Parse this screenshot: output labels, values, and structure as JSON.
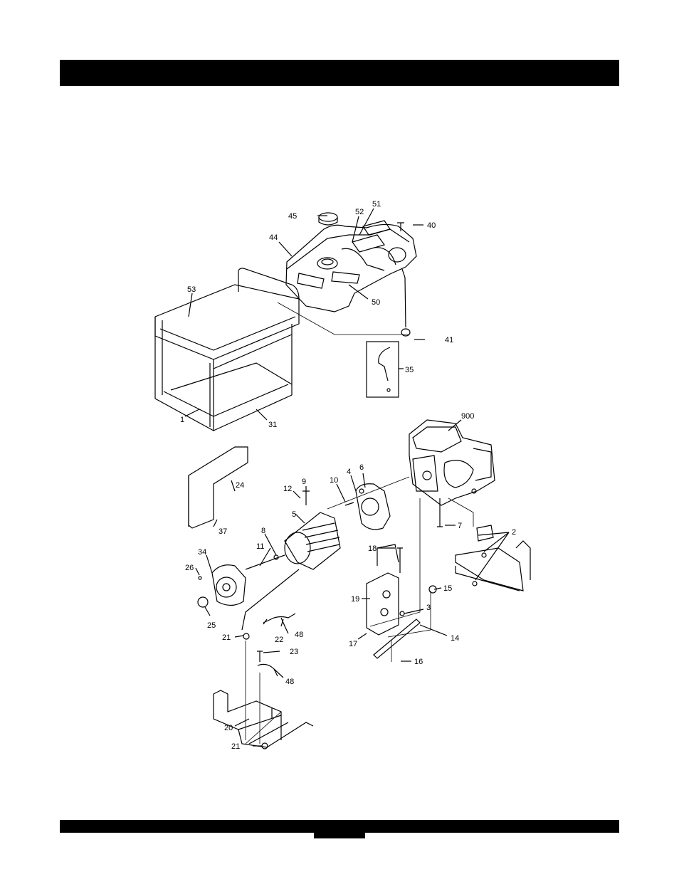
{
  "diagram": {
    "labels": [
      {
        "id": "p45",
        "text": "45"
      },
      {
        "id": "p52",
        "text": "52"
      },
      {
        "id": "p51",
        "text": "51"
      },
      {
        "id": "p40",
        "text": "40"
      },
      {
        "id": "p44",
        "text": "44"
      },
      {
        "id": "p53",
        "text": "53"
      },
      {
        "id": "p50",
        "text": "50"
      },
      {
        "id": "p41",
        "text": "41"
      },
      {
        "id": "p35",
        "text": "35"
      },
      {
        "id": "p1",
        "text": "1"
      },
      {
        "id": "p31",
        "text": "31"
      },
      {
        "id": "p900",
        "text": "900"
      },
      {
        "id": "p24",
        "text": "24"
      },
      {
        "id": "p9",
        "text": "9"
      },
      {
        "id": "p10",
        "text": "10"
      },
      {
        "id": "p6",
        "text": "6"
      },
      {
        "id": "p4",
        "text": "4"
      },
      {
        "id": "p12",
        "text": "12"
      },
      {
        "id": "p5",
        "text": "5"
      },
      {
        "id": "p37",
        "text": "37"
      },
      {
        "id": "p7",
        "text": "7"
      },
      {
        "id": "p2",
        "text": "2"
      },
      {
        "id": "p8",
        "text": "8"
      },
      {
        "id": "p34",
        "text": "34"
      },
      {
        "id": "p11",
        "text": "11"
      },
      {
        "id": "p18",
        "text": "18"
      },
      {
        "id": "p26",
        "text": "26"
      },
      {
        "id": "p15",
        "text": "15"
      },
      {
        "id": "p19",
        "text": "19"
      },
      {
        "id": "p3",
        "text": "3"
      },
      {
        "id": "p25",
        "text": "25"
      },
      {
        "id": "p48a",
        "text": "48"
      },
      {
        "id": "p21a",
        "text": "21"
      },
      {
        "id": "p22",
        "text": "22"
      },
      {
        "id": "p14",
        "text": "14"
      },
      {
        "id": "p17",
        "text": "17"
      },
      {
        "id": "p23",
        "text": "23"
      },
      {
        "id": "p16",
        "text": "16"
      },
      {
        "id": "p48b",
        "text": "48"
      },
      {
        "id": "p20",
        "text": "20"
      },
      {
        "id": "p21b",
        "text": "21"
      }
    ]
  }
}
